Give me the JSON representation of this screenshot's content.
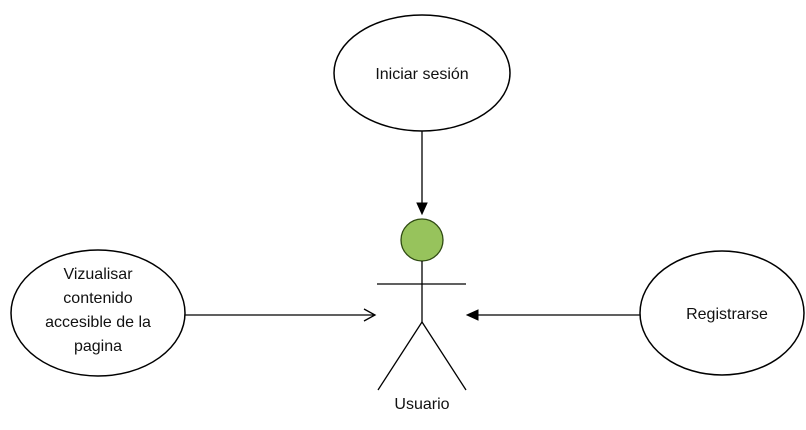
{
  "diagram": {
    "type": "use-case",
    "actor": {
      "name": "Usuario",
      "head_color": "#97c35c",
      "head_stroke": "#2f4a12"
    },
    "use_cases": {
      "login": {
        "label": "Iniciar sesión"
      },
      "view": {
        "lines": [
          "Vizualisar",
          "contenido",
          "accesible de la",
          "pagina"
        ]
      },
      "register": {
        "label": "Registrarse"
      }
    }
  }
}
